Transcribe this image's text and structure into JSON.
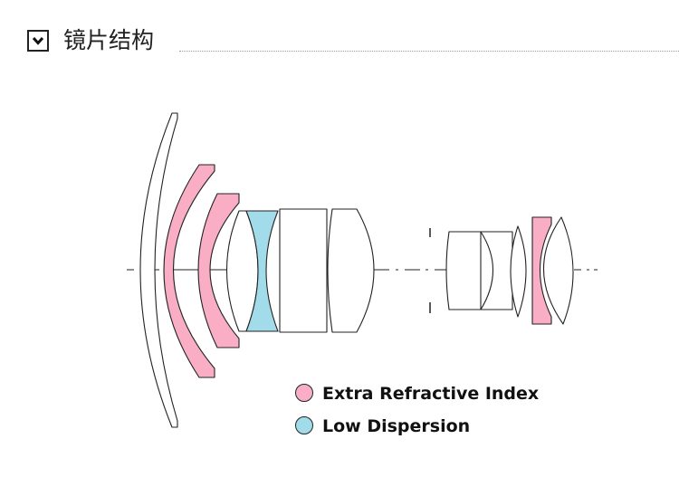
{
  "section": {
    "title": "镜片结构",
    "toggle_icon": "chevron-down-icon"
  },
  "legend": [
    {
      "label": "Extra Refractive Index",
      "color": "#f9aec6"
    },
    {
      "label": "Low Dispersion",
      "color": "#a2dbea"
    }
  ],
  "colors": {
    "extra_refractive_index": "#f9aec6",
    "low_dispersion": "#a2dbea",
    "outline": "#222222"
  }
}
